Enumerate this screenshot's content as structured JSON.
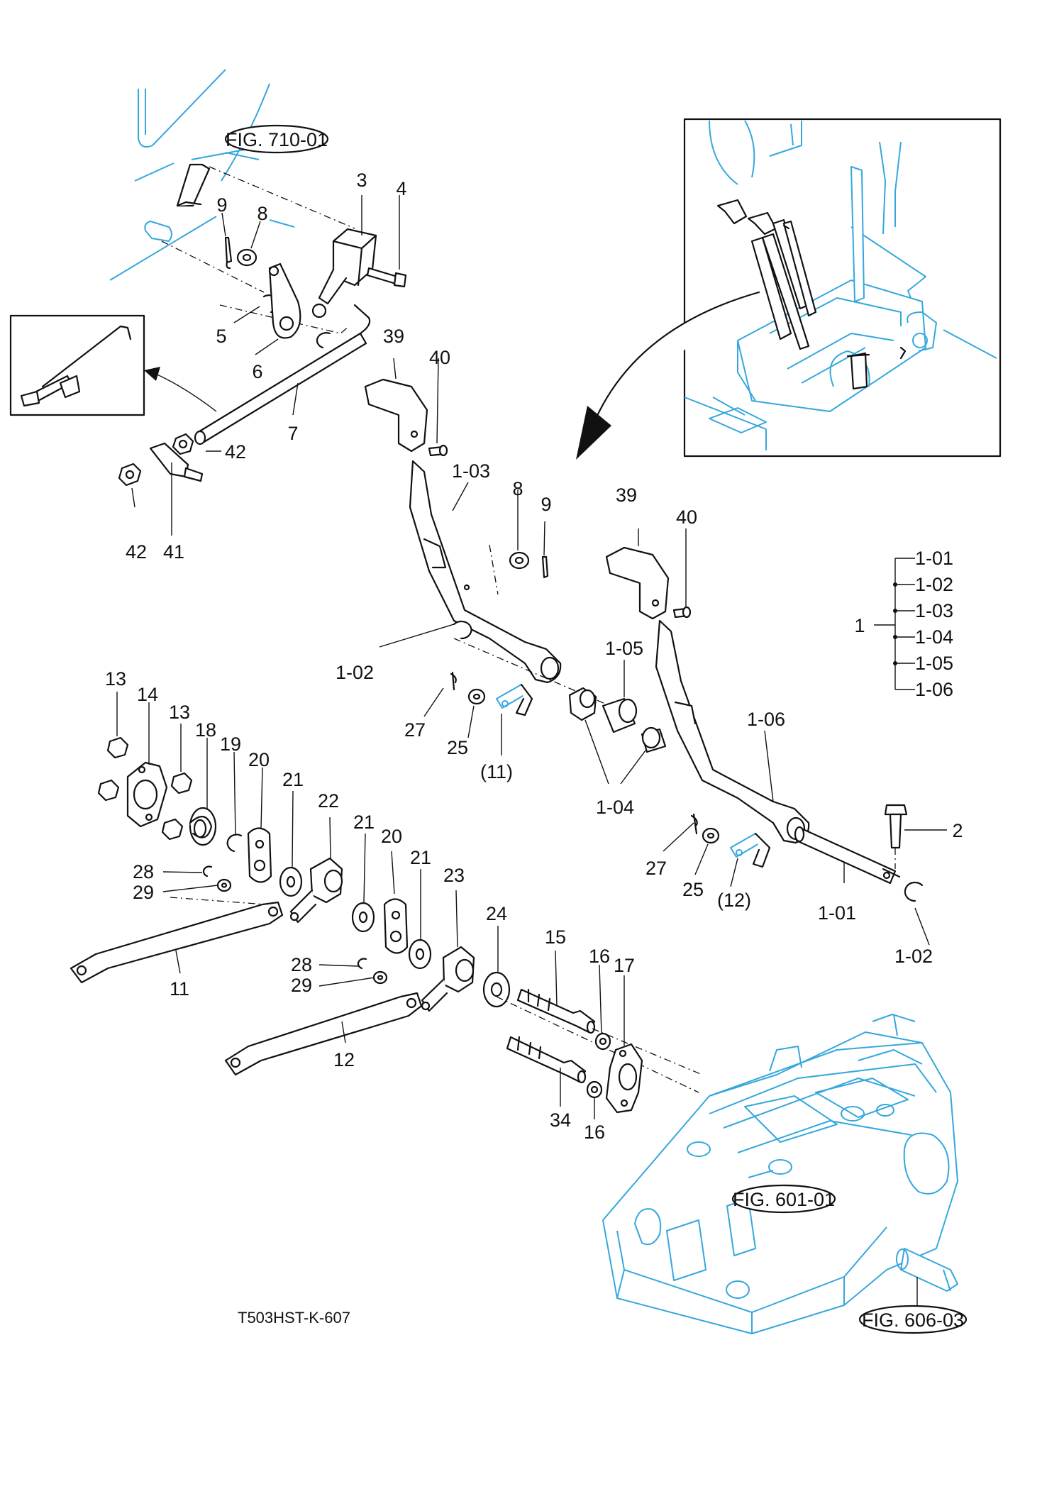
{
  "figure_code": "T503HST-K-607",
  "figure_refs": {
    "fig_710": "FIG. 710-01",
    "fig_601": "FIG. 601-01",
    "fig_606": "FIG. 606-03"
  },
  "assembly": {
    "main": "1",
    "subparts": [
      "1-01",
      "1-02",
      "1-03",
      "1-04",
      "1-05",
      "1-06"
    ]
  },
  "callouts": {
    "c3": "3",
    "c4": "4",
    "c9a": "9",
    "c8a": "8",
    "c5": "5",
    "c6": "6",
    "c7": "7",
    "c42a": "42",
    "c42b": "42",
    "c41": "41",
    "c39a": "39",
    "c40a": "40",
    "c103": "1-03",
    "c8b": "8",
    "c9b": "9",
    "c102a": "1-02",
    "c27a": "27",
    "c25a": "25",
    "c11p": "(11)",
    "c105": "1-05",
    "c104": "1-04",
    "c39b": "39",
    "c40b": "40",
    "c106": "1-06",
    "c27b": "27",
    "c25b": "25",
    "c12p": "(12)",
    "c101": "1-01",
    "c102b": "1-02",
    "c2": "2",
    "c13a": "13",
    "c14": "14",
    "c13b": "13",
    "c18": "18",
    "c19": "19",
    "c20a": "20",
    "c21a": "21",
    "c22": "22",
    "c21b": "21",
    "c20b": "20",
    "c21c": "21",
    "c23": "23",
    "c28a": "28",
    "c29a": "29",
    "c11": "11",
    "c28b": "28",
    "c29b": "29",
    "c12": "12",
    "c24": "24",
    "c15": "15",
    "c16a": "16",
    "c17": "17",
    "c34": "34",
    "c16b": "16"
  }
}
